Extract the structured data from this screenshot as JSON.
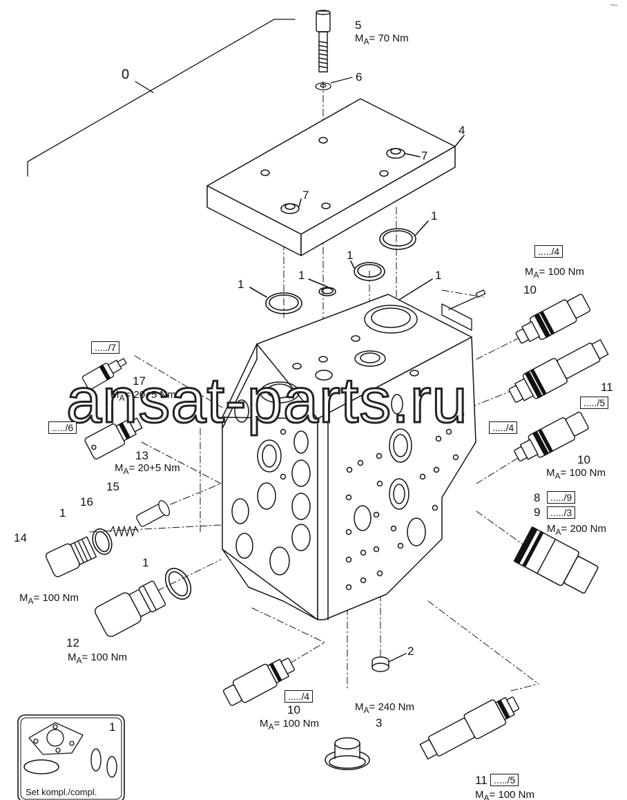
{
  "labels": {
    "l0": "0",
    "l5": "5",
    "l6": "6",
    "l4": "4",
    "l7a": "7",
    "l7b": "7",
    "l1a": "1",
    "l1b": "1",
    "l1c": "1",
    "l1d": "1",
    "l1e": "1",
    "l10a": "10",
    "l11a": "11",
    "l10b": "10",
    "l8": "8",
    "l9": "9",
    "l17": "17",
    "l13": "13",
    "l15": "15",
    "l16": "16",
    "l1f": "1",
    "l14": "14",
    "l1g": "1",
    "l12": "12",
    "l2": "2",
    "l10c": "10",
    "l3": "3",
    "l11b": "11",
    "l1set": "1"
  },
  "torques": {
    "t5": "= 70 Nm",
    "t10a": "= 100 Nm",
    "t17": "= 20+5 Nm",
    "t13": "= 20+5 Nm",
    "t10b": "= 100 Nm",
    "t89": "= 200 Nm",
    "t14": "= 100 Nm",
    "t12": "= 100 Nm",
    "t10c": "= 100 Nm",
    "t3": "= 240 Nm",
    "t11b": "= 100 Nm",
    "symbol": "M",
    "subscript": "A"
  },
  "refs": {
    "r4a": "...../4",
    "r5a": "...../5",
    "r4b": "...../4",
    "r9": "...../9",
    "r3": "...../3",
    "r7": "...../7",
    "r6": "...../6",
    "r4c": "...../4",
    "r5b": "...../5"
  },
  "set_label": "Set kompl./compl.",
  "watermark": "ansat-parts.ru",
  "corner_mark": "~–"
}
